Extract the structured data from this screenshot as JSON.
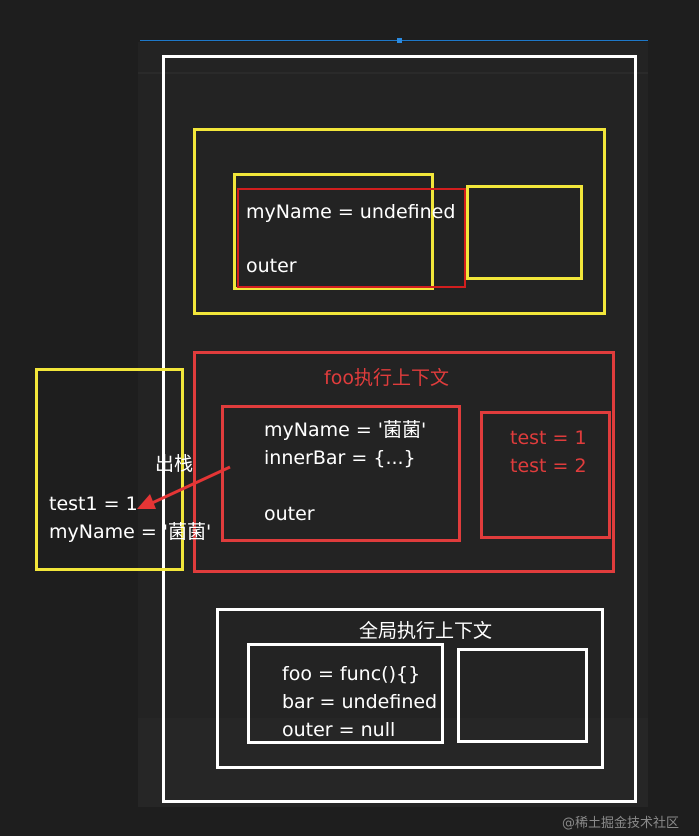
{
  "colors": {
    "yellow": "#f2e63a",
    "red": "#e03c3c",
    "white": "#ffffff",
    "background": "#1e1e1e"
  },
  "closure_context": {
    "inner_lines": [
      "myName = undefined",
      "outer"
    ]
  },
  "foo_context": {
    "title": "foo执行上下文",
    "variable_lines": [
      "myName = '菌菌'",
      "innerBar = {...}",
      "",
      "outer"
    ],
    "lexical_lines": [
      "test = 1",
      "test = 2"
    ]
  },
  "popped": {
    "label": "出栈",
    "lines": [
      "test1 = 1",
      "myName = '菌菌'"
    ]
  },
  "global_context": {
    "title": "全局执行上下文",
    "variable_lines": [
      "foo = func(){}",
      "bar = undefined",
      "outer = null"
    ]
  },
  "watermark": "@稀土掘金技术社区"
}
